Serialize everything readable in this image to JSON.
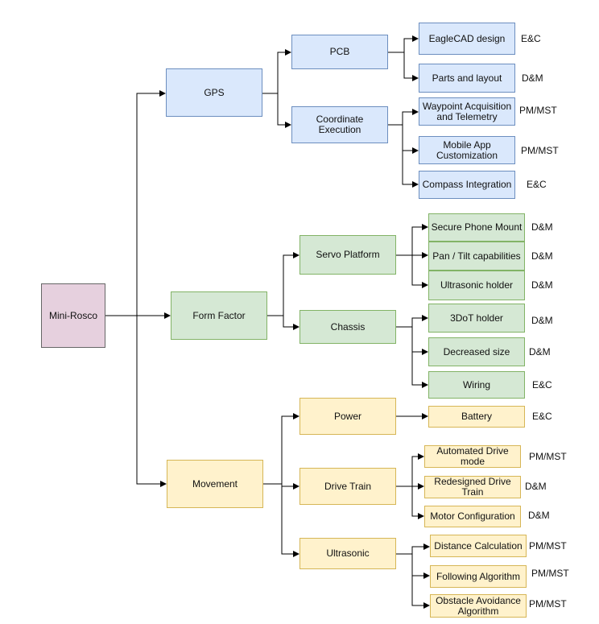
{
  "root": "Mini-Rosco",
  "gps": {
    "label": "GPS",
    "pcb": {
      "label": "PCB",
      "items": [
        {
          "label": "EagleCAD design",
          "owner": "E&C"
        },
        {
          "label": "Parts and layout",
          "owner": "D&M"
        }
      ]
    },
    "coord": {
      "label": "Coordinate Execution",
      "items": [
        {
          "label": "Waypoint Acquisition and Telemetry",
          "owner": "PM/MST"
        },
        {
          "label": "Mobile App Customization",
          "owner": "PM/MST"
        },
        {
          "label": "Compass Integration",
          "owner": "E&C"
        }
      ]
    }
  },
  "form": {
    "label": "Form Factor",
    "servo": {
      "label": "Servo Platform",
      "items": [
        {
          "label": "Secure Phone Mount",
          "owner": "D&M"
        },
        {
          "label": "Pan / Tilt capabilities",
          "owner": "D&M"
        },
        {
          "label": "Ultrasonic holder",
          "owner": "D&M"
        }
      ]
    },
    "chassis": {
      "label": "Chassis",
      "items": [
        {
          "label": "3DoT holder",
          "owner": "D&M"
        },
        {
          "label": "Decreased size",
          "owner": "D&M"
        },
        {
          "label": "Wiring",
          "owner": "E&C"
        }
      ]
    }
  },
  "movement": {
    "label": "Movement",
    "power": {
      "label": "Power",
      "items": [
        {
          "label": "Battery",
          "owner": "E&C"
        }
      ]
    },
    "drive": {
      "label": "Drive Train",
      "items": [
        {
          "label": "Automated Drive mode",
          "owner": "PM/MST"
        },
        {
          "label": "Redesigned Drive Train",
          "owner": "D&M"
        },
        {
          "label": "Motor Configuration",
          "owner": "D&M"
        }
      ]
    },
    "ultra": {
      "label": "Ultrasonic",
      "items": [
        {
          "label": "Distance Calculation",
          "owner": "PM/MST"
        },
        {
          "label": "Following Algorithm",
          "owner": "PM/MST"
        },
        {
          "label": "Obstacle Avoidance Algorithm",
          "owner": "PM/MST"
        }
      ]
    }
  }
}
